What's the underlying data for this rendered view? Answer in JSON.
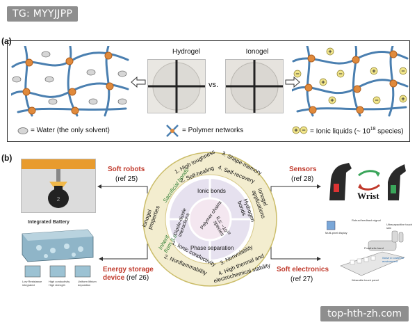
{
  "watermark_top": "TG: MYYJJPP",
  "watermark_bottom": "top-hth-zh.com",
  "panel_a": {
    "label": "(a)",
    "hydrogel_label": "Hydrogel",
    "ionogel_label": "Ionogel",
    "vs_label": "vs.",
    "legend": {
      "water": "= Water (the only solvent)",
      "polymer": "= Polymer networks",
      "ionic_prefix": "= Ionic liquids (~ 10",
      "ionic_exp": "18",
      "ionic_suffix": " species)"
    }
  },
  "panel_b": {
    "label": "(b)",
    "applications": {
      "soft_robots": "Soft robots",
      "soft_robots_ref": "(ref 25)",
      "sensors": "Sensors",
      "sensors_ref": "(ref 28)",
      "energy_storage_line1": "Energy storage",
      "energy_storage_line2": "device",
      "energy_storage_ref": "(ref 26)",
      "soft_electronics": "Soft electronics",
      "soft_electronics_ref": "(ref 27)"
    },
    "wrist_label": "Wrist",
    "battery_title": "Integrated Battery",
    "battery_captions": [
      "Low Resistance integrated",
      "High conductivity High strength",
      "Uniform lithium deposition"
    ],
    "electronics_captions": [
      "Robust feedback signal",
      "Ultracapacitive touch skin",
      "Multi-pixel display",
      "Prosthetic hand",
      "Wearable touch panel",
      "Noise in cluttered environment"
    ],
    "center": {
      "ionic_bonds": "Ionic bonds",
      "hydrogen_bonds": "Hydrogen bonds",
      "phase_separation": "Phase separation",
      "dipole_dipole": "Dipole-dipole interactions",
      "polymer_chains": "Polymer chains",
      "ils_species": "ILs: ~10",
      "ils_species_exp": "18",
      "ils_species_suffix": " species"
    },
    "ring_labels": {
      "sacrificial_bonds": "Sacrificial bonds",
      "ionogel_applications": "Ionogel applications",
      "ionogel_properties": "Ionogel properties",
      "inherit_from_ils": "Inherit from ILs"
    },
    "properties": [
      "1. High toughness",
      "2. Self-healing",
      "3. Shape-memory",
      "4. Self-recovery",
      "1. Ionic conductivity",
      "2. Nonflammability",
      "3. Nonvolatility",
      "4. High thermal and",
      "electrochemical stability"
    ]
  },
  "colors": {
    "red_label": "#c0392b",
    "ring_outer": "#f3edcf",
    "ring_mid": "#ffffff",
    "ring_inner": "#e6e1ef",
    "inner_core": "#f4e7f0",
    "green_text": "#2e7d32",
    "chain_blue": "#4a7fb0",
    "node_orange": "#e08a3c"
  }
}
